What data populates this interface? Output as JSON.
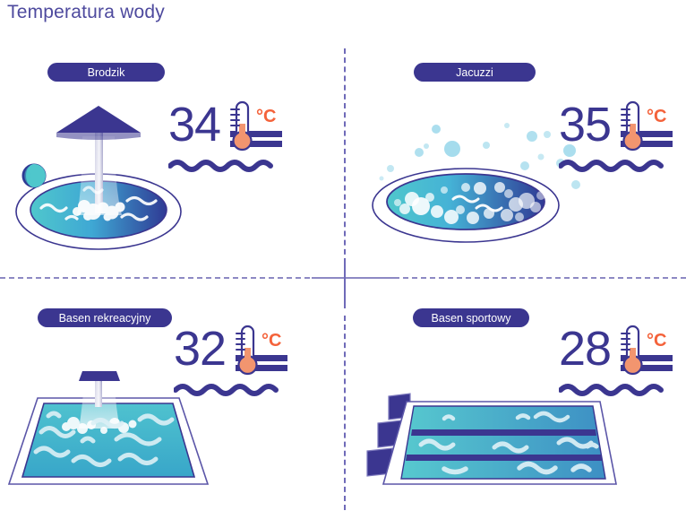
{
  "page": {
    "title": "Temperatura wody",
    "title_color": "#4e4a9e",
    "background": "#ffffff",
    "badge_color": "#3b3690",
    "badge_text_color": "#ffffff",
    "number_color": "#3b3690",
    "unit_color": "#f4623a",
    "wave_color": "#3b3690",
    "divider_color": "#8d89c4",
    "water_light": "#4fc3c7",
    "water_dark": "#3b3690"
  },
  "unit_label": "°C",
  "quadrants": [
    {
      "id": "brodzik",
      "label": "Brodzik",
      "temperature": "34",
      "unit": "°C",
      "icon_name": "paddling-pool-illustration"
    },
    {
      "id": "jacuzzi",
      "label": "Jacuzzi",
      "temperature": "35",
      "unit": "°C",
      "icon_name": "jacuzzi-illustration"
    },
    {
      "id": "basen-rekreacyjny",
      "label": "Basen rekreacyjny",
      "temperature": "32",
      "unit": "°C",
      "icon_name": "recreational-pool-illustration"
    },
    {
      "id": "basen-sportowy",
      "label": "Basen sportowy",
      "temperature": "28",
      "unit": "°C",
      "icon_name": "sports-pool-illustration"
    }
  ]
}
